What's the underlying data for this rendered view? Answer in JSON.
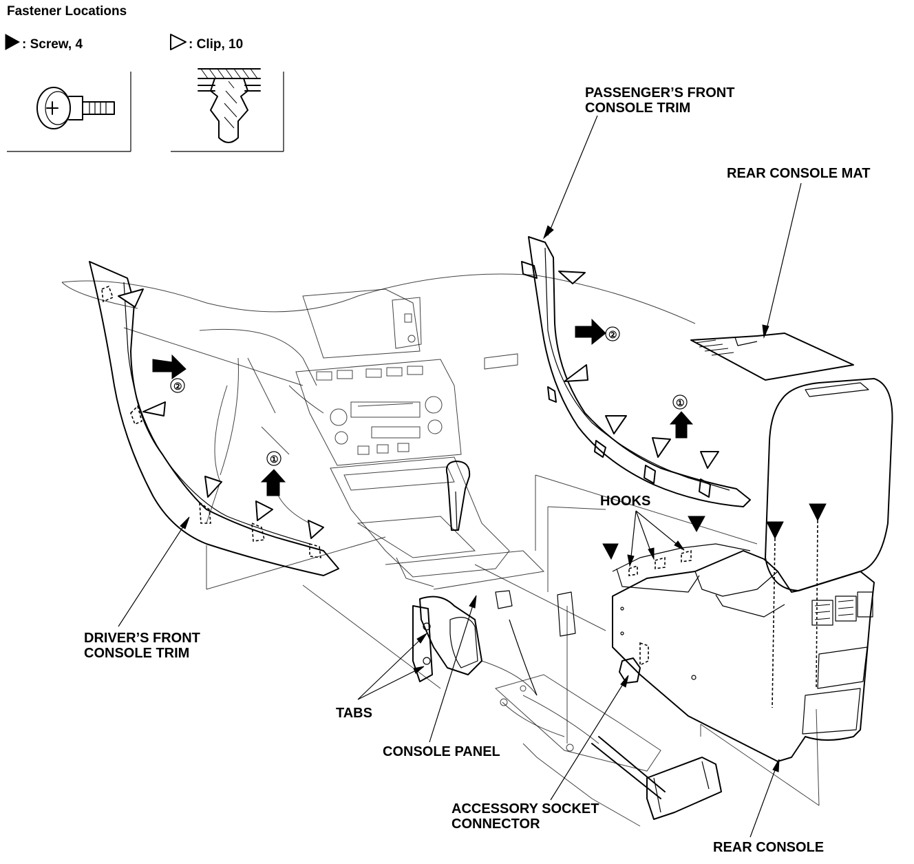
{
  "header": {
    "title": "Fastener Locations",
    "screw_label": ": Screw, 4",
    "clip_label": ": Clip, 10"
  },
  "labels": {
    "passenger_trim_line1": "PASSENGER’S FRONT",
    "passenger_trim_line2": "CONSOLE TRIM",
    "rear_console_mat": "REAR CONSOLE MAT",
    "hooks": "HOOKS",
    "driver_trim_line1": "DRIVER’S FRONT",
    "driver_trim_line2": "CONSOLE TRIM",
    "tabs": "TABS",
    "console_panel": "CONSOLE PANEL",
    "accessory_line1": "ACCESSORY SOCKET",
    "accessory_line2": "CONNECTOR",
    "rear_console": "REAR CONSOLE"
  },
  "steps": {
    "one": "①",
    "two": "②"
  }
}
